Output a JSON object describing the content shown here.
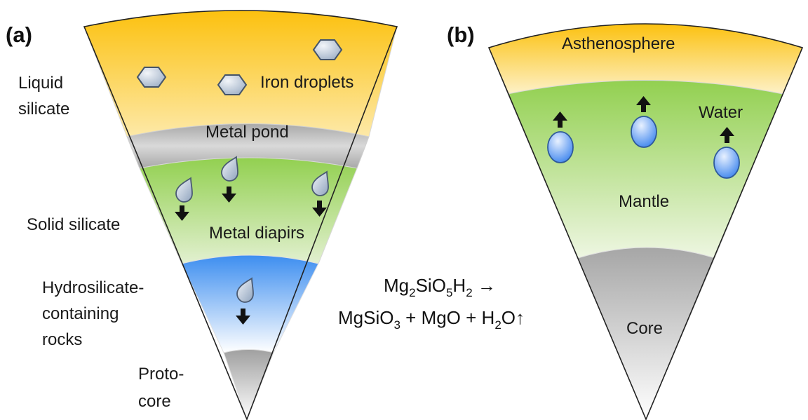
{
  "panel_a": {
    "tag": "(a)",
    "left_labels": {
      "liquid_silicate_1": "Liquid",
      "liquid_silicate_2": "silicate",
      "solid_silicate": "Solid silicate",
      "hydro_1": "Hydrosilicate-",
      "hydro_2": "containing",
      "hydro_3": "rocks",
      "protocore_1": "Proto-",
      "protocore_2": "core"
    },
    "inner_labels": {
      "iron_droplets": "Iron droplets",
      "metal_pond": "Metal pond",
      "metal_diapirs": "Metal diapirs"
    }
  },
  "panel_b": {
    "tag": "(b)",
    "inner_labels": {
      "asthenosphere": "Asthenosphere",
      "water": "Water",
      "mantle": "Mantle",
      "core": "Core"
    }
  },
  "equation": {
    "line1": {
      "a": "Mg",
      "a_sub": "2",
      "b": "SiO",
      "b_sub": "5",
      "c": "H",
      "c_sub": "2",
      "arrow": " →"
    },
    "line2": {
      "a": "MgSiO",
      "a_sub": "3",
      "b": " + MgO + H",
      "b_sub": "2",
      "c": "O↑"
    }
  },
  "colors": {
    "liquid_top": "#fcc10f",
    "liquid_bottom": "#fde9a8",
    "metal_pond": "#bdbdbd",
    "solid_top": "#92d050",
    "solid_bottom": "#e2f0d0",
    "hydro_top": "#3d8ef0",
    "hydro_bottom": "#ffffff",
    "core_top": "#a6a6a6",
    "core_bottom": "#ffffff",
    "droplet": "#b8c8dc",
    "bubble": "#4a8ef0"
  }
}
